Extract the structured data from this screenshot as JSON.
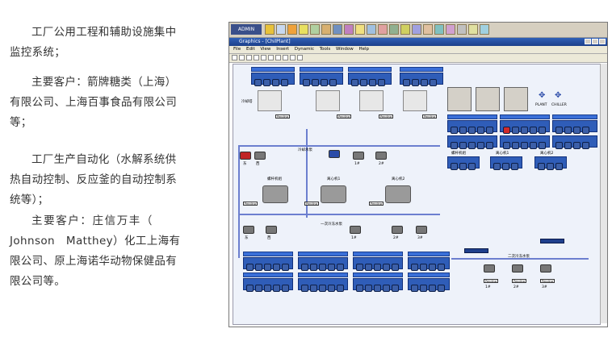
{
  "text": {
    "para1_first": "工厂公用工程和辅助设施集中",
    "para1_rest": "监控系统；",
    "para2_first": "主要客户：箭牌糖类（上海）",
    "para2_line2": "有限公司、上海百事食品有限公司",
    "para2_line3": "等；",
    "para3_first": "工厂生产自动化（水解系统供",
    "para3_line2": "热自动控制、反应釜的自动控制系",
    "para3_line3": "统等）；",
    "para4_first": "主要客户：庄信万丰（",
    "para4_line2": "Johnson　Matthey）化工上海有",
    "para4_line3": "限公司、原上海诺华动物保健品有",
    "para4_line4": "限公司等。"
  },
  "screenshot": {
    "app_logo": "ADMIN",
    "window_title": "Graphics - [ChilPlant]",
    "menu": [
      "File",
      "Edit",
      "View",
      "Insert",
      "Dynamic",
      "Tools",
      "Window",
      "Help"
    ],
    "labels": {
      "cooling_tower": "冷却塔",
      "cooling_pump": "冷却水泵",
      "screw_chiller": "螺杆机组",
      "centrifugal_1": "离心机1",
      "centrifugal_2": "离心机2",
      "primary_pump": "一次冷冻水泵",
      "secondary_pump": "二次冷冻水泵",
      "screw_chiller_2": "螺杆机组",
      "centrifugal_1b": "离心机1",
      "centrifugal_2b": "离心机2",
      "east": "东",
      "west": "西",
      "n1": "1#",
      "n2": "2#",
      "n3": "3#",
      "plant": "PLANT",
      "chiller": "CHILLER",
      "pending": "Pending"
    }
  }
}
